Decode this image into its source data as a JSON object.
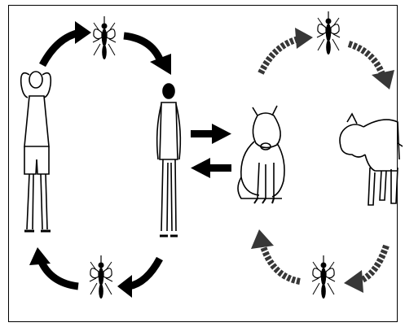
{
  "diagram": {
    "cycles": [
      {
        "name": "human-cycle",
        "hosts": [
          "human-stretching",
          "human-standing"
        ],
        "vectors": [
          "mosquito-top",
          "mosquito-bottom"
        ],
        "arrow_style": "solid"
      },
      {
        "name": "pig-cycle",
        "hosts": [
          "pig-sitting",
          "pig-standing"
        ],
        "vectors": [
          "mosquito-top",
          "mosquito-bottom"
        ],
        "arrow_style": "faded"
      }
    ],
    "links": [
      {
        "from": "human-standing",
        "to": "pig-sitting",
        "direction": "right"
      },
      {
        "from": "pig-sitting",
        "to": "human-standing",
        "direction": "left"
      }
    ],
    "colors": {
      "ink": "#000000",
      "faded_ink": "#222222",
      "background": "#ffffff"
    }
  }
}
